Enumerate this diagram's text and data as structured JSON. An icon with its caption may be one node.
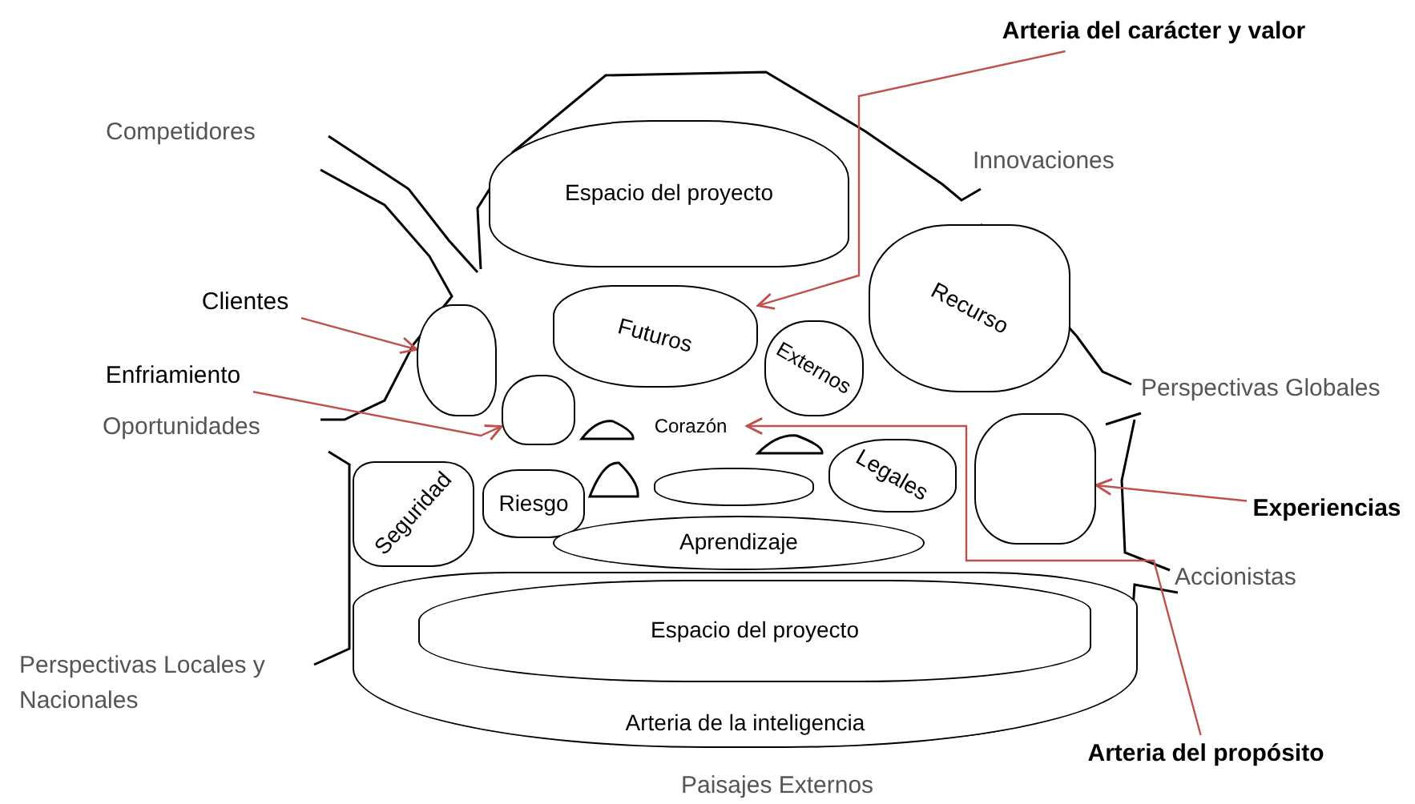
{
  "diagram": {
    "nodes": [
      {
        "text": [
          "Espacio del proyecto"
        ]
      },
      {
        "text": [
          "Futuros"
        ]
      },
      {
        "text": [
          "Recurso"
        ]
      },
      {
        "text": [
          "Externos"
        ]
      },
      {
        "text": [
          "Legales"
        ]
      },
      {
        "text": [
          "Seguridad"
        ]
      },
      {
        "text": [
          "Riesgo"
        ]
      },
      {
        "text": [
          "Aprendizaje"
        ]
      },
      {
        "text": [
          "Espacio del proyecto"
        ],
        "in": 9
      },
      {
        "text": [
          "Arteria de la inteligencia"
        ]
      },
      {
        "text": [
          "Corazón"
        ]
      },
      {
        "text": [],
        "shape": "box"
      },
      {
        "text": [],
        "shape": "box"
      },
      {
        "text": [],
        "shape": "box"
      },
      {
        "text": [],
        "shape": "triangle"
      },
      {
        "text": [],
        "shape": "triangle"
      },
      {
        "text": [],
        "shape": "triangle"
      },
      {
        "text": [],
        "shape": "bar"
      },
      {
        "text": [
          "Arteria del carácter y valor"
        ]
      },
      {
        "text": [
          "Clientes"
        ]
      },
      {
        "text": [
          "Enfriamiento"
        ]
      },
      {
        "text": [
          "Experiencias"
        ]
      },
      {
        "text": [
          "Arteria del propósito"
        ]
      }
    ],
    "edges": [
      {
        "from": 18,
        "to": 1,
        "arrow": "to"
      },
      {
        "from": 19,
        "to": 11,
        "arrow": "to"
      },
      {
        "from": 20,
        "to": 12,
        "arrow": "to"
      },
      {
        "from": 21,
        "to": 13,
        "arrow": "to"
      },
      {
        "from": 22,
        "to": 10,
        "arrow": "to"
      }
    ],
    "labels": [
      "Competidores",
      "Innovaciones",
      "Perspectivas Globales",
      "Oportunidades",
      "Accionistas",
      "Perspectivas Locales y Nacionales",
      "Paisajes Externos"
    ]
  }
}
